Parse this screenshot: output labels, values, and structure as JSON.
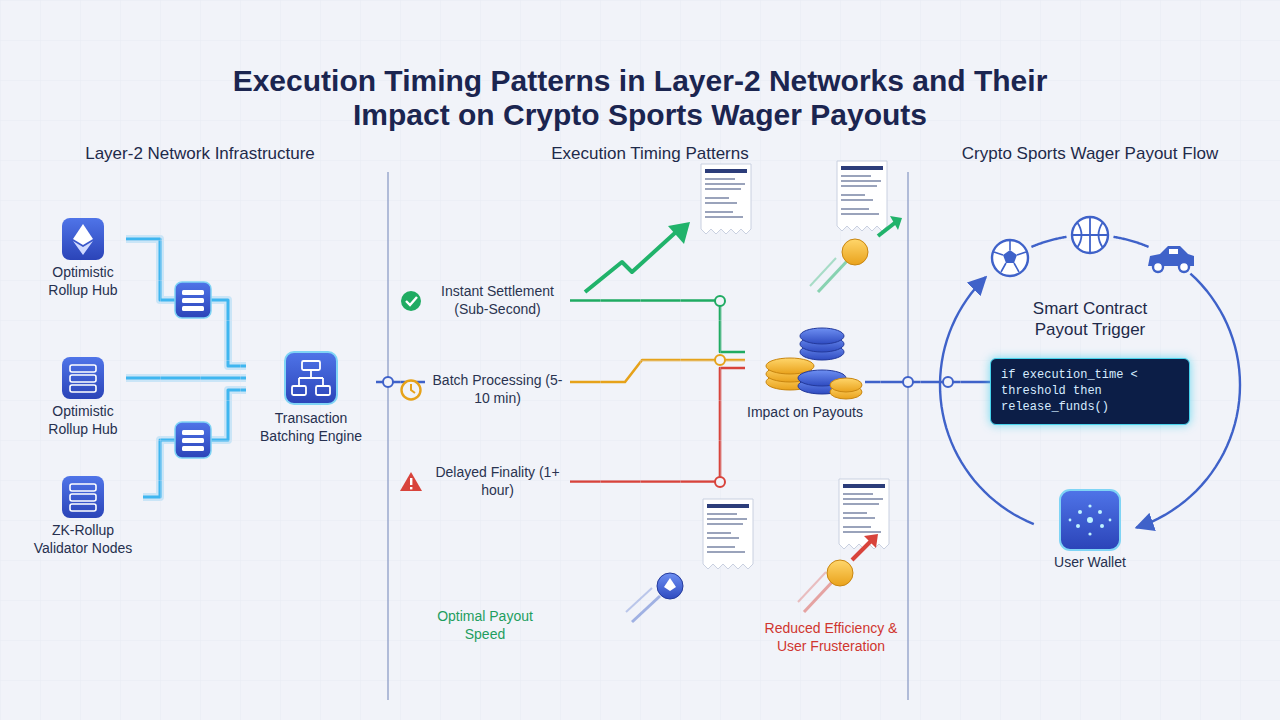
{
  "diagram": {
    "title": "Execution Timing Patterns in Layer-2 Networks and Their Impact on Crypto Sports Wager Payouts",
    "nodes": [
      {
        "text": [
          "Optimistic Rollup Hub"
        ]
      },
      {
        "text": [
          "Optimistic Rollup Hub"
        ]
      },
      {
        "text": [
          "ZK-Rollup Validator Nodes"
        ]
      },
      {
        "text": [
          "Transaction Batching Engine"
        ]
      },
      {
        "text": [
          "Instant Settlement (Sub-Second)"
        ]
      },
      {
        "text": [
          "Batch Processing (5-10 min)"
        ]
      },
      {
        "text": [
          "Delayed Finality (1+ hour)"
        ]
      },
      {
        "text": [
          "Impact on Payouts"
        ]
      },
      {
        "text": [
          "if execution_time < threshold then release_funds()"
        ]
      },
      {
        "text": [
          "User Wallet"
        ]
      }
    ],
    "edges": [
      {
        "from": 0,
        "to": 3,
        "arrow": "none"
      },
      {
        "from": 1,
        "to": 3,
        "arrow": "none"
      },
      {
        "from": 2,
        "to": 3,
        "arrow": "none"
      },
      {
        "from": 3,
        "to": 5,
        "arrow": "none"
      },
      {
        "from": 4,
        "to": 7,
        "arrow": "none"
      },
      {
        "from": 5,
        "to": 7,
        "arrow": "none"
      },
      {
        "from": 6,
        "to": 7,
        "arrow": "none"
      },
      {
        "from": 7,
        "to": 8,
        "arrow": "none"
      }
    ],
    "labels": [
      "Layer-2 Network Infrastructure",
      "Execution Timing Patterns",
      "Crypto Sports Wager Payout Flow",
      "Smart Contract Payout Trigger",
      "Optimal Payout Speed",
      "Reduced Efficiency & User Frusteration"
    ]
  }
}
